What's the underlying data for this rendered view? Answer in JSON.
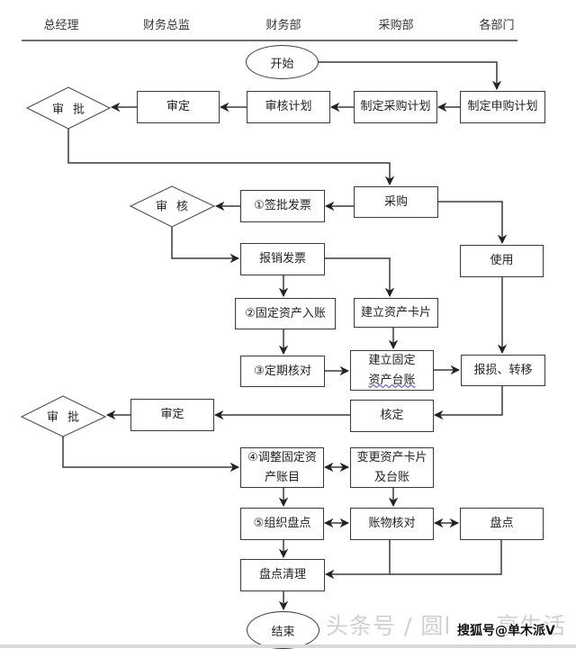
{
  "title": "固定资产管理流程",
  "lanes": [
    "总经理",
    "财务总监",
    "财务部",
    "采购部",
    "各部门"
  ],
  "nodes": {
    "start": "开始",
    "approve_top": "审批",
    "review_top": "审定",
    "audit_plan": "审核计划",
    "make_purchase_plan": "制定采购计划",
    "make_request_plan": "制定申购计划",
    "check_invoice": "审核",
    "sign_invoice": "①签批发票",
    "purchase": "采购",
    "reimburse_invoice": "报销发票",
    "use": "使用",
    "fixed_asset_entry": "②固定资产入账",
    "create_asset_card": "建立资产卡片",
    "periodic_check": "③定期核对",
    "ledger_line1": "建立固定",
    "ledger_line2": "资产台账",
    "loss_transfer": "报损、转移",
    "approve_bottom": "审批",
    "review_bottom": "审定",
    "verify": "核定",
    "adjust_line1": "④调整固定资",
    "adjust_line2": "产账目",
    "change_card_line1": "变更资产卡片",
    "change_card_line2": "及台账",
    "organize_count": "⑤组织盘点",
    "reconcile": "账物核对",
    "count": "盘点",
    "count_cleanup": "盘点清理",
    "end": "结束"
  },
  "watermarks": {
    "toutiao": "头条号 / 圆l",
    "toutiao_tail": "享生活",
    "sohu": "搜狐号@单木派V"
  }
}
